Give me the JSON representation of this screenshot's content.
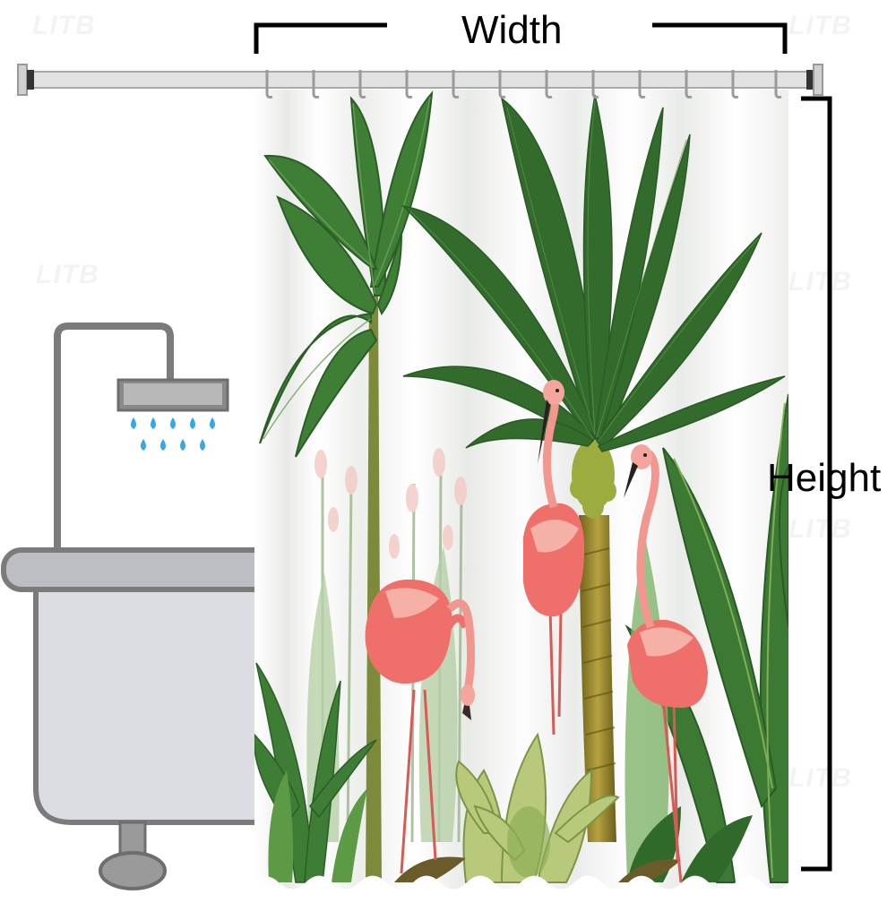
{
  "labels": {
    "width": "Width",
    "height": "Height"
  },
  "watermark": "LITB",
  "icons": {
    "shower_head": "shower-head-icon",
    "water_drops": "water-drop-icon",
    "bathtub": "bathtub-icon",
    "flamingo": "flamingo-icon",
    "palm_tree": "palm-tree-icon",
    "banana_tree": "banana-tree-icon"
  },
  "colors": {
    "rod": "#e2e2e2",
    "rod_outline": "#a9a9a9",
    "curtain_bg": "#f4f5f3",
    "leaf_dark": "#2f6b2c",
    "leaf_mid": "#4f8f3a",
    "leaf_light": "#a9c27a",
    "flamingo": "#ef6f6a",
    "flamingo_light": "#f6b1a6",
    "trunk": "#9c8a2e",
    "tub": "#dcdde2",
    "tub_outline": "#7b7b7b",
    "water": "#34a8e6",
    "dimension_line": "#000000"
  }
}
